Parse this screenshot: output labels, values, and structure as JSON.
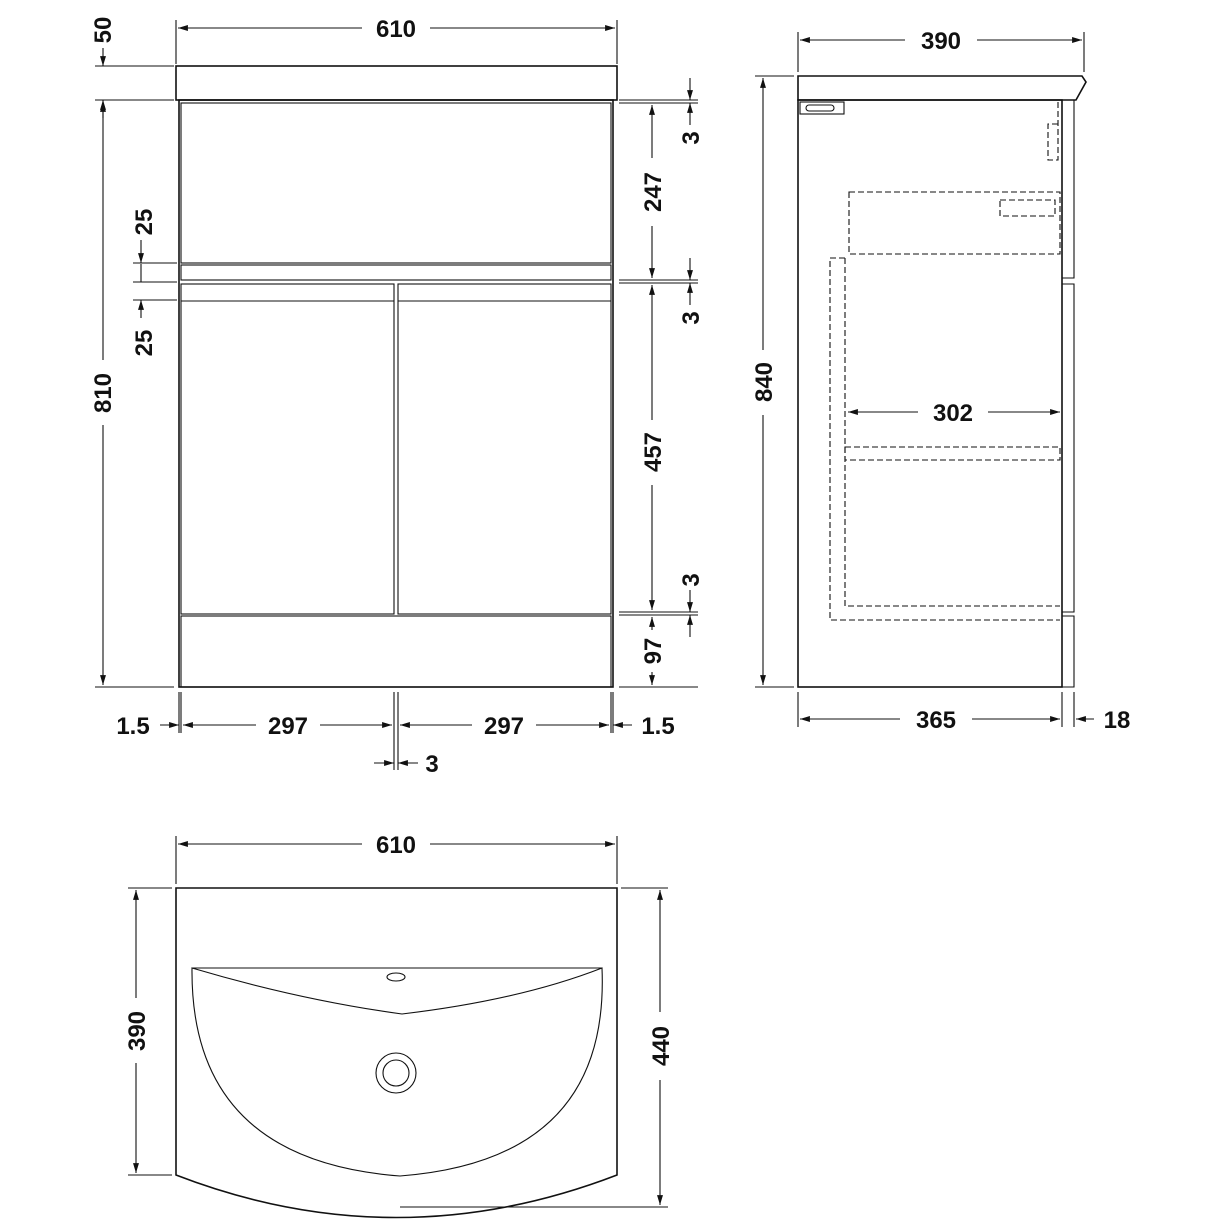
{
  "front_view": {
    "overall_width": "610",
    "worktop_height": "50",
    "overall_height": "810",
    "gap_top": "3",
    "upper_panel_height": "247",
    "rail_height_a": "25",
    "rail_height_b": "25",
    "gap_middle": "3",
    "door_height": "457",
    "gap_bottom": "3",
    "plinth_height": "97",
    "side_margin_left": "1.5",
    "door_width_left": "297",
    "door_width_right": "297",
    "side_margin_right": "1.5",
    "door_gap": "3"
  },
  "side_view": {
    "top_depth": "390",
    "overall_height": "840",
    "internal_depth": "302",
    "carcass_depth": "365",
    "door_thickness": "18"
  },
  "top_view": {
    "width": "610",
    "depth_side": "390",
    "depth_center": "440"
  }
}
